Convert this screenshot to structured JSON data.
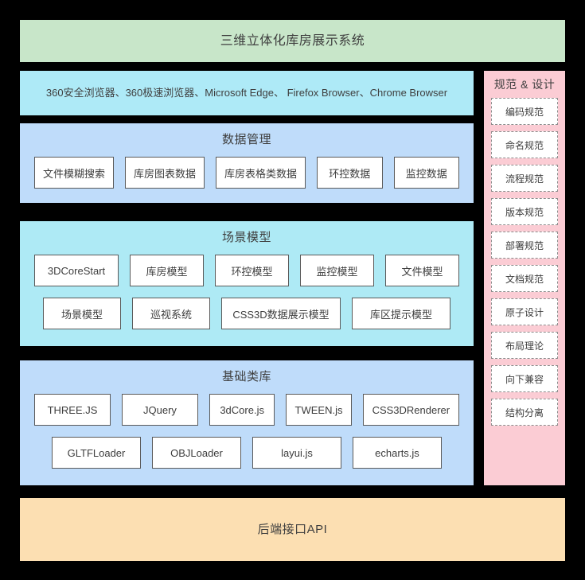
{
  "system_title": "三维立体化库房展示系统",
  "browser_layer": {
    "text": "360安全浏览器、360极速浏览器、Microsoft Edge、 Firefox Browser、Chrome Browser"
  },
  "data_layer": {
    "title": "数据管理",
    "items": [
      "文件模糊搜索",
      "库房图表数据",
      "库房表格类数据",
      "环控数据",
      "监控数据"
    ]
  },
  "scene_layer": {
    "title": "场景模型",
    "row1": [
      "3DCoreStart",
      "库房模型",
      "环控模型",
      "监控模型",
      "文件模型"
    ],
    "row2": [
      "场景模型",
      "巡视系统",
      "CSS3D数据展示模型",
      "库区提示模型"
    ]
  },
  "base_layer": {
    "title": "基础类库",
    "row1": [
      "THREE.JS",
      "JQuery",
      "3dCore.js",
      "TWEEN.js",
      "CSS3DRenderer"
    ],
    "row2": [
      "GLTFLoader",
      "OBJLoader",
      "layui.js",
      "echarts.js"
    ]
  },
  "spec_panel": {
    "title": "规范 & 设计",
    "items": [
      "编码规范",
      "命名规范",
      "流程规范",
      "版本规范",
      "部署规范",
      "文档规范",
      "原子设计",
      "布局理论",
      "向下兼容",
      "结构分离"
    ]
  },
  "api_layer": {
    "title": "后端接口API"
  },
  "colors": {
    "background": "#000000",
    "title_band": "#c8e6c9",
    "browser_band": "#aeeaf7",
    "data_layer": "#bfdcfa",
    "scene_layer": "#aeeaf5",
    "base_layer": "#bfdcfa",
    "spec_panel": "#fbccd4",
    "api_band": "#fcdfb2",
    "chip_fill": "#ffffff",
    "chip_border": "#5a5a5a",
    "spec_chip_border": "#8c8c8c",
    "text": "#3d3d3d"
  }
}
